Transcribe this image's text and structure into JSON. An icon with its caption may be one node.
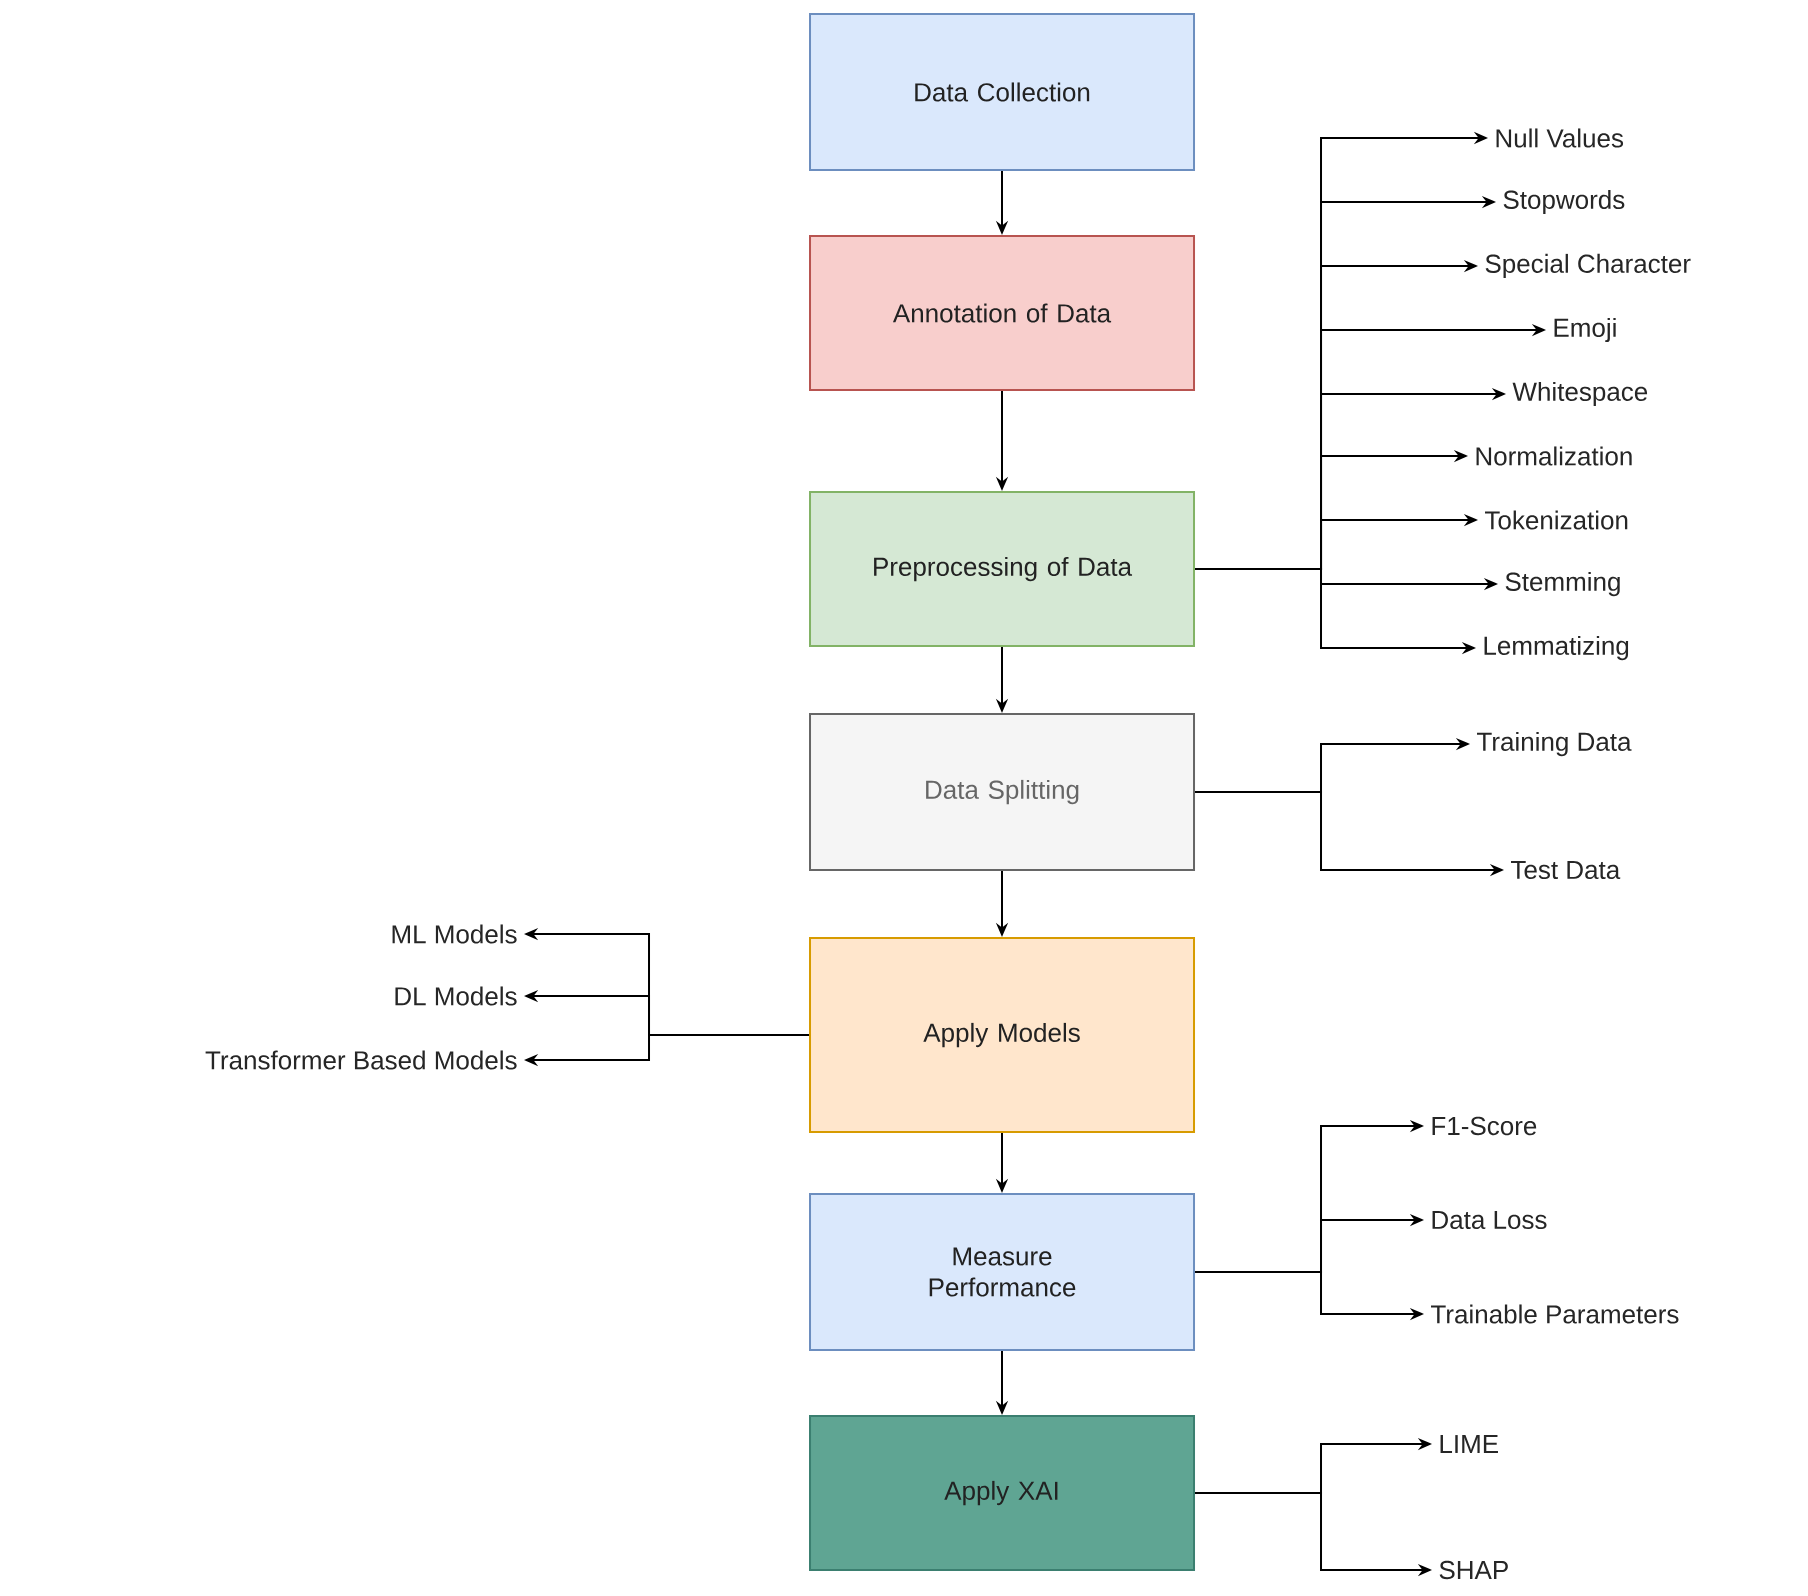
{
  "diagram": {
    "nodes": [
      {
        "text": [
          "Data Collection"
        ]
      },
      {
        "text": [
          "Annotation of Data"
        ]
      },
      {
        "text": [
          "Preprocessing of Data"
        ]
      },
      {
        "text": [
          "Data Splitting"
        ]
      },
      {
        "text": [
          "Apply Models"
        ]
      },
      {
        "text": [
          "Measure Performance"
        ]
      },
      {
        "text": [
          "Apply XAI"
        ]
      },
      {
        "text": [
          "Null Values"
        ]
      },
      {
        "text": [
          "Stopwords"
        ]
      },
      {
        "text": [
          "Special Character"
        ]
      },
      {
        "text": [
          "Emoji"
        ]
      },
      {
        "text": [
          "Whitespace"
        ]
      },
      {
        "text": [
          "Normalization"
        ]
      },
      {
        "text": [
          "Tokenization"
        ]
      },
      {
        "text": [
          "Stemming"
        ]
      },
      {
        "text": [
          "Lemmatizing"
        ]
      },
      {
        "text": [
          "Training Data"
        ]
      },
      {
        "text": [
          "Test Data"
        ]
      },
      {
        "text": [
          "ML Models"
        ]
      },
      {
        "text": [
          "DL Models"
        ]
      },
      {
        "text": [
          "Transformer Based Models"
        ]
      },
      {
        "text": [
          "F1-Score"
        ]
      },
      {
        "text": [
          "Data Loss"
        ]
      },
      {
        "text": [
          "Trainable Parameters"
        ]
      },
      {
        "text": [
          "LIME"
        ]
      },
      {
        "text": [
          "SHAP"
        ]
      }
    ],
    "edges": [
      {
        "from": 0,
        "to": 1,
        "arrow": "to"
      },
      {
        "from": 1,
        "to": 2,
        "arrow": "to"
      },
      {
        "from": 2,
        "to": 3,
        "arrow": "to"
      },
      {
        "from": 3,
        "to": 4,
        "arrow": "to"
      },
      {
        "from": 4,
        "to": 5,
        "arrow": "to"
      },
      {
        "from": 5,
        "to": 6,
        "arrow": "to"
      },
      {
        "from": 2,
        "to": 7,
        "arrow": "to"
      },
      {
        "from": 2,
        "to": 8,
        "arrow": "to"
      },
      {
        "from": 2,
        "to": 9,
        "arrow": "to"
      },
      {
        "from": 2,
        "to": 10,
        "arrow": "to"
      },
      {
        "from": 2,
        "to": 11,
        "arrow": "to"
      },
      {
        "from": 2,
        "to": 12,
        "arrow": "to"
      },
      {
        "from": 2,
        "to": 13,
        "arrow": "to"
      },
      {
        "from": 2,
        "to": 14,
        "arrow": "to"
      },
      {
        "from": 2,
        "to": 15,
        "arrow": "to"
      },
      {
        "from": 3,
        "to": 16,
        "arrow": "to"
      },
      {
        "from": 3,
        "to": 17,
        "arrow": "to"
      },
      {
        "from": 4,
        "to": 18,
        "arrow": "to"
      },
      {
        "from": 4,
        "to": 19,
        "arrow": "to"
      },
      {
        "from": 4,
        "to": 20,
        "arrow": "to"
      },
      {
        "from": 5,
        "to": 21,
        "arrow": "to"
      },
      {
        "from": 5,
        "to": 22,
        "arrow": "to"
      },
      {
        "from": 5,
        "to": 23,
        "arrow": "to"
      },
      {
        "from": 6,
        "to": 24,
        "arrow": "to"
      },
      {
        "from": 6,
        "to": 25,
        "arrow": "to"
      }
    ]
  }
}
